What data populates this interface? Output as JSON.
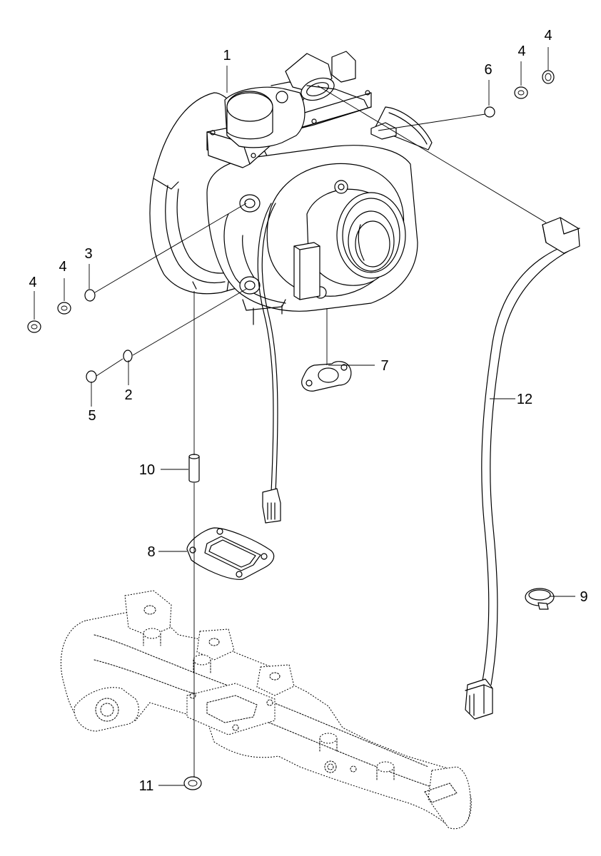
{
  "callouts": [
    {
      "id": "c1",
      "label": "1"
    },
    {
      "id": "c2",
      "label": "2"
    },
    {
      "id": "c3",
      "label": "3"
    },
    {
      "id": "c4a",
      "label": "4"
    },
    {
      "id": "c4b",
      "label": "4"
    },
    {
      "id": "c4c",
      "label": "4"
    },
    {
      "id": "c4d",
      "label": "4"
    },
    {
      "id": "c5",
      "label": "5"
    },
    {
      "id": "c6",
      "label": "6"
    },
    {
      "id": "c7",
      "label": "7"
    },
    {
      "id": "c8",
      "label": "8"
    },
    {
      "id": "c9",
      "label": "9"
    },
    {
      "id": "c10",
      "label": "10"
    },
    {
      "id": "c11",
      "label": "11"
    },
    {
      "id": "c12",
      "label": "12"
    }
  ]
}
